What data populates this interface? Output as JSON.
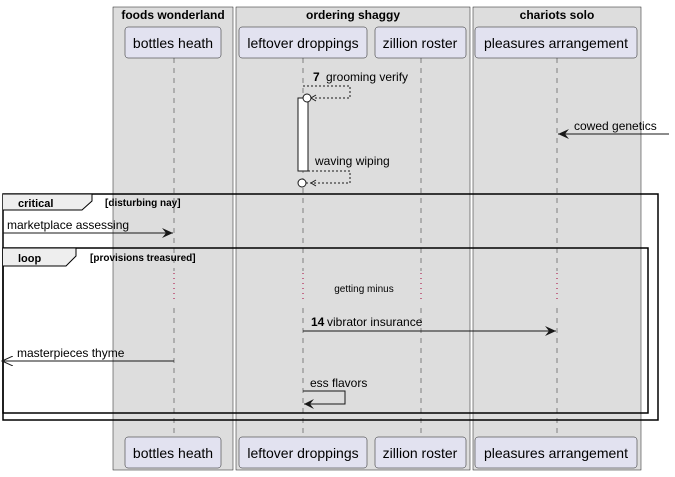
{
  "boxes": {
    "foods": "foods wonderland",
    "ordering": "ordering shaggy",
    "chariots": "chariots solo"
  },
  "participants": {
    "bottles": "bottles heath",
    "leftover": "leftover droppings",
    "zillion": "zillion roster",
    "pleasures": "pleasures arrangement"
  },
  "messages": {
    "m1_num": "7",
    "m1_text": "grooming verify",
    "m2_text": "cowed genetics",
    "m3_text": "waving wiping",
    "m4_text": "marketplace assessing",
    "m5_note": "getting minus",
    "m6_num": "14",
    "m6_text": "vibrator insurance",
    "m7_text": "masterpieces thyme",
    "m8_text": "ess flavors"
  },
  "fragments": {
    "critical_kw": "critical",
    "critical_guard": "[disturbing nay]",
    "loop_kw": "loop",
    "loop_guard": "[provisions treasured]"
  },
  "colors": {
    "box_fill": "#dddddd",
    "participant_fill": "#e2e2f0",
    "participant_stroke": "#181818",
    "lifeline": "#808080",
    "delay_dots": "#a80036"
  }
}
